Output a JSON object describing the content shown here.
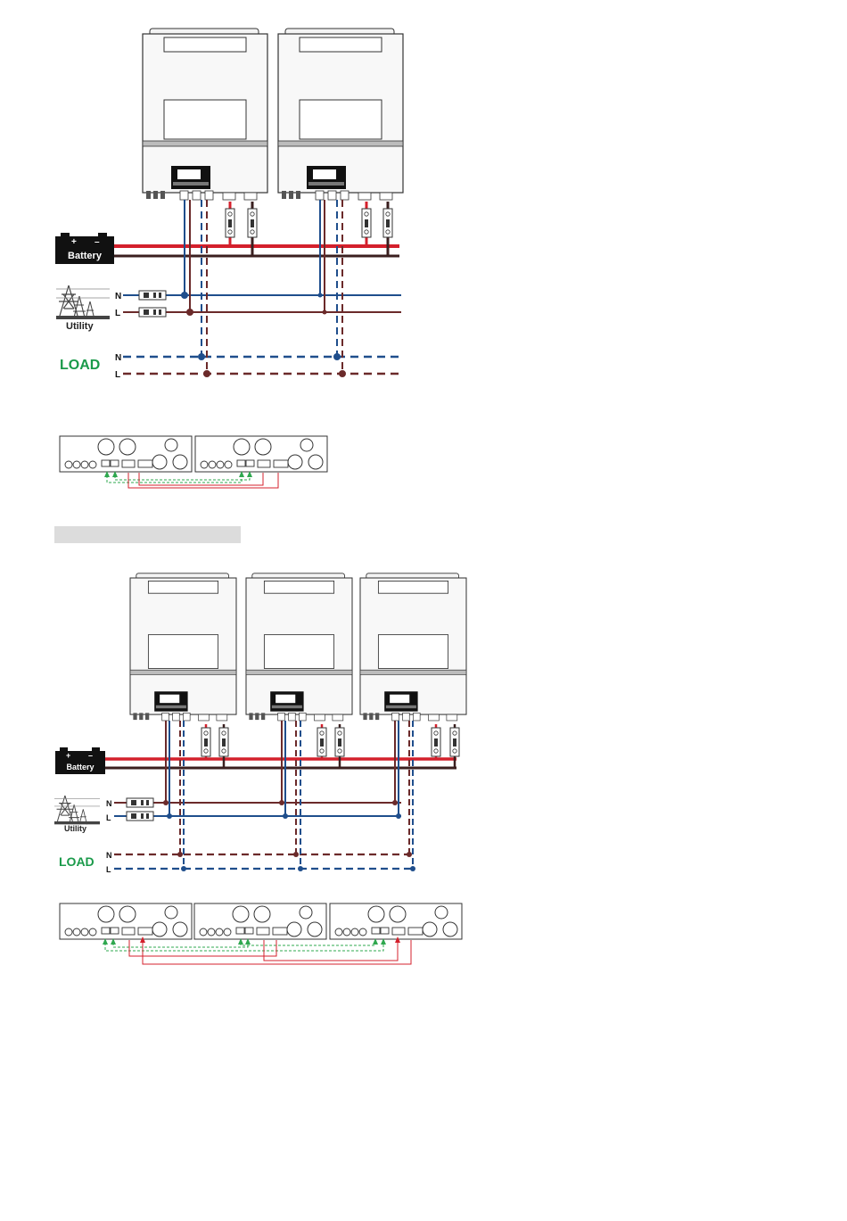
{
  "labels": {
    "battery": "Battery",
    "utility": "Utility",
    "load": "LOAD",
    "neutral": "N",
    "line": "L",
    "plus": "+",
    "minus": "–"
  },
  "diagram1": {
    "inverter_count": 2,
    "utility_order": [
      "N",
      "L"
    ],
    "load_order": [
      "N",
      "L"
    ]
  },
  "diagram2": {
    "inverter_count": 3,
    "utility_order": [
      "N",
      "L"
    ],
    "load_order": [
      "N",
      "L"
    ]
  },
  "colors": {
    "battery_positive": "#d4202c",
    "battery_negative": "#3a1f1f",
    "neutral": "#1f4e8c",
    "line": "#6b2a2a",
    "comm_green": "#2fa84f",
    "comm_red": "#d4202c",
    "load_text": "#1a9a4a",
    "outline": "#333333"
  }
}
